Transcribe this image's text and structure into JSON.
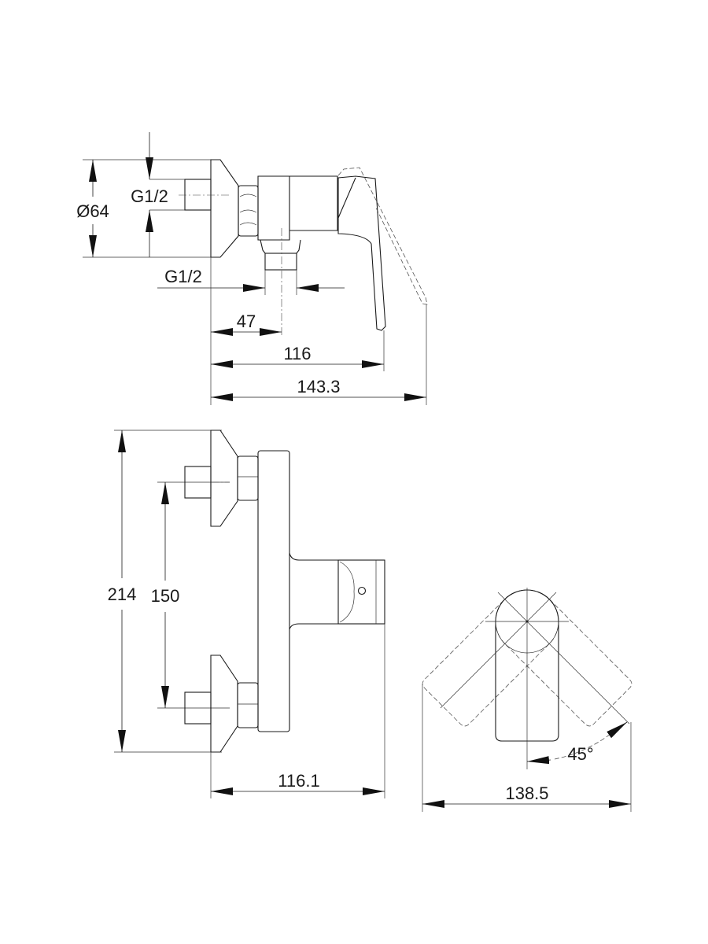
{
  "drawing": {
    "side_view": {
      "diameter_label": "Ø64",
      "inlet_thread_label": "G1/2",
      "outlet_thread_label": "G1/2",
      "dim_outlet_offset": "47",
      "dim_body_depth": "116",
      "dim_total_depth": "143.3"
    },
    "front_view": {
      "dim_total_height": "214",
      "dim_inlet_spacing": "150",
      "dim_depth": "116.1"
    },
    "top_view": {
      "dim_rotation_angle": "45°",
      "dim_swing_width": "138.5"
    }
  }
}
